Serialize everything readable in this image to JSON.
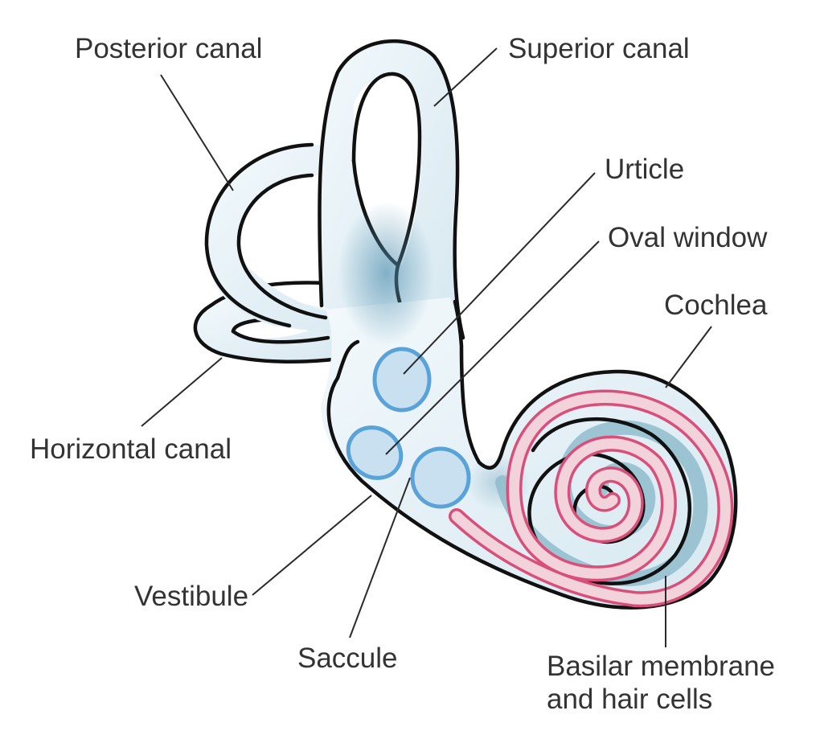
{
  "diagram": {
    "title": "Inner ear structures",
    "labels": {
      "posterior_canal": "Posterior canal",
      "superior_canal": "Superior canal",
      "urticle": "Urticle",
      "oval_window": "Oval window",
      "cochlea": "Cochlea",
      "horizontal_canal": "Horizontal canal",
      "vestibule": "Vestibule",
      "saccule": "Saccule",
      "basilar_line1": "Basilar membrane",
      "basilar_line2": "and hair cells"
    },
    "colors": {
      "outline": "#111111",
      "fill_light": "#eef6fa",
      "fill_shade": "#cfe3ec",
      "shadow_teal": "#4f8fae",
      "organ_fill": "#c9e0f1",
      "organ_stroke": "#5aa3d8",
      "basilar_stroke": "#d94f7a",
      "basilar_fill": "#f3d3db",
      "label_text": "#333333"
    }
  }
}
